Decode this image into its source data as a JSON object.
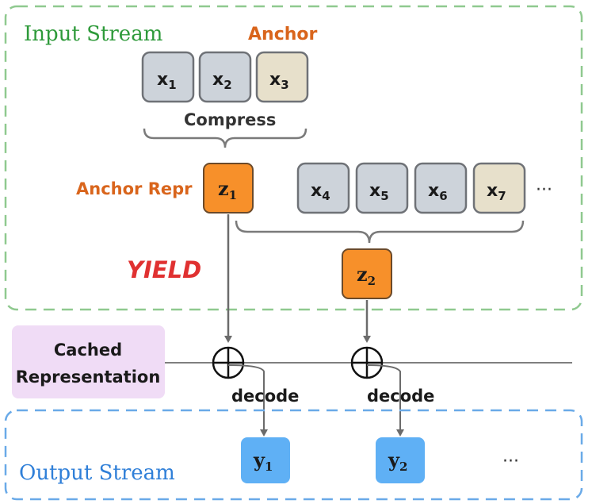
{
  "input_stream": {
    "title": "Input Stream",
    "color": "#2e9a3a",
    "border_color": "#8fc98f"
  },
  "anchor_label": "Anchor",
  "compress_label": "Compress",
  "anchor_repr_label": "Anchor Repr",
  "yield_label": "YIELD",
  "tokens_row1": [
    {
      "base": "x",
      "sub": "1",
      "kind": "normal"
    },
    {
      "base": "x",
      "sub": "2",
      "kind": "normal"
    },
    {
      "base": "x",
      "sub": "3",
      "kind": "anchor"
    }
  ],
  "tokens_row2": [
    {
      "base": "x",
      "sub": "4",
      "kind": "normal"
    },
    {
      "base": "x",
      "sub": "5",
      "kind": "normal"
    },
    {
      "base": "x",
      "sub": "6",
      "kind": "normal"
    },
    {
      "base": "x",
      "sub": "7",
      "kind": "anchor"
    }
  ],
  "ellipsis": "···",
  "z_nodes": [
    {
      "base": "z",
      "sub": "1"
    },
    {
      "base": "z",
      "sub": "2"
    }
  ],
  "cached_representation": {
    "line1": "Cached",
    "line2": "Representation"
  },
  "decode_label": "decode",
  "output_stream": {
    "title": "Output Stream",
    "color": "#2f7fd8",
    "border_color": "#6aaae8"
  },
  "y_nodes": [
    {
      "base": "y",
      "sub": "1"
    },
    {
      "base": "y",
      "sub": "2"
    }
  ],
  "colors": {
    "token_normal": "#cdd3da",
    "token_anchor": "#e7e0cb",
    "token_border": "#6f7277",
    "orange": "#f7902a",
    "orange_text": "#d9651c",
    "blue": "#5fb0f5",
    "purple": "#f0dcf6",
    "red": "#e03131",
    "arrow": "#6b6b6b"
  }
}
